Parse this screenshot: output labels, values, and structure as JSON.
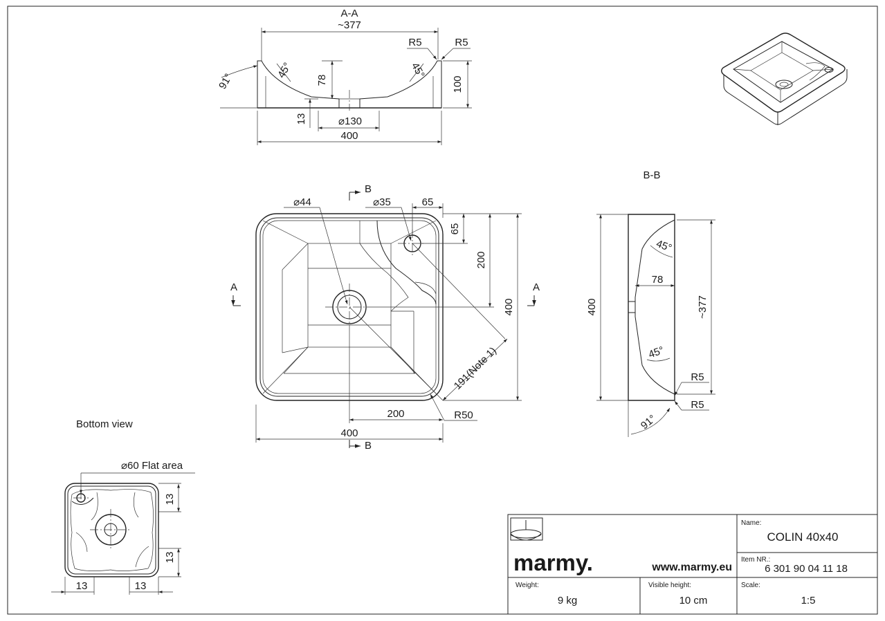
{
  "views": {
    "section_aa": {
      "title": "A-A",
      "dims": {
        "top": "~377",
        "r5_left": "R5",
        "r5_right": "R5",
        "angle_91": "91°",
        "angle_45_left": "45°",
        "angle_45_right": "45°",
        "depth_78": "78",
        "height_100": "100",
        "base_13": "13",
        "drain": "⌀130",
        "width": "400"
      }
    },
    "plan": {
      "section_mark_b": "B",
      "section_mark_a": "A",
      "dims": {
        "drain": "⌀44",
        "tap_hole": "⌀35",
        "tap_x": "65",
        "tap_y": "65",
        "half_height": "200",
        "height": "400",
        "diag": "191(Note 1)",
        "half_width": "200",
        "radius": "R50",
        "width": "400"
      }
    },
    "section_bb": {
      "title": "B-B",
      "dims": {
        "height": "400",
        "angle_45_top": "45°",
        "depth_78": "78",
        "inner": "~377",
        "angle_45_bottom": "45°",
        "r5_top": "R5",
        "r5_bottom": "R5",
        "angle_91": "91°"
      }
    },
    "bottom": {
      "title": "Bottom view",
      "flat_area": "⌀60 Flat area",
      "dims": {
        "top_13": "13",
        "bottom_13": "13",
        "left_13": "13",
        "right_13": "13"
      }
    }
  },
  "title_block": {
    "brand": "marmy.",
    "website": "www.marmy.eu",
    "name_label": "Name:",
    "name_value": "COLIN 40x40",
    "item_label": "Item NR.:",
    "item_value": "6 301 90 04 11 18",
    "weight_label": "Weight:",
    "weight_value": "9 kg",
    "visible_height_label": "Visible height:",
    "visible_height_value": "10 cm",
    "scale_label": "Scale:",
    "scale_value": "1:5"
  },
  "colors": {
    "line": "#222222",
    "hatch": "#444444",
    "background": "#ffffff"
  }
}
